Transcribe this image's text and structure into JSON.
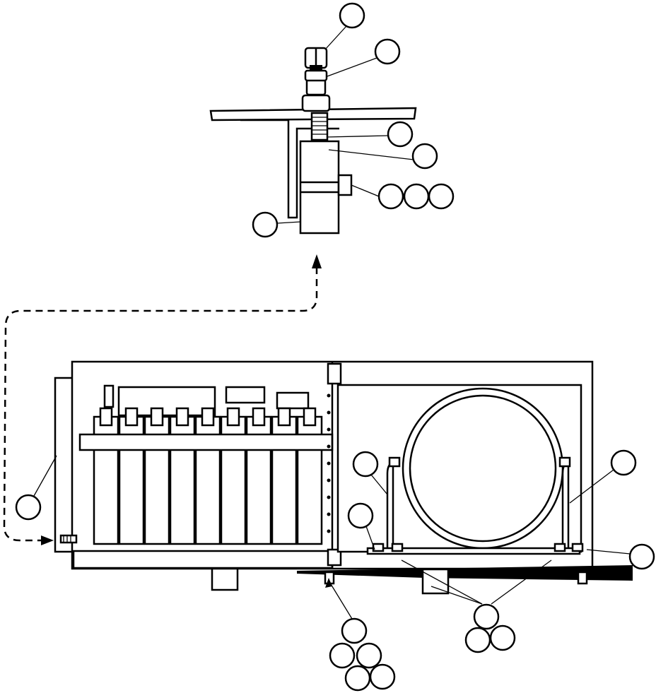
{
  "diagram": {
    "colors": {
      "line": "#000000",
      "background": "#ffffff"
    },
    "views": [
      "detail-view-mount",
      "assembly-view-enclosure"
    ],
    "callouts": {
      "detail_view": 8,
      "assembly_view": 13
    }
  }
}
